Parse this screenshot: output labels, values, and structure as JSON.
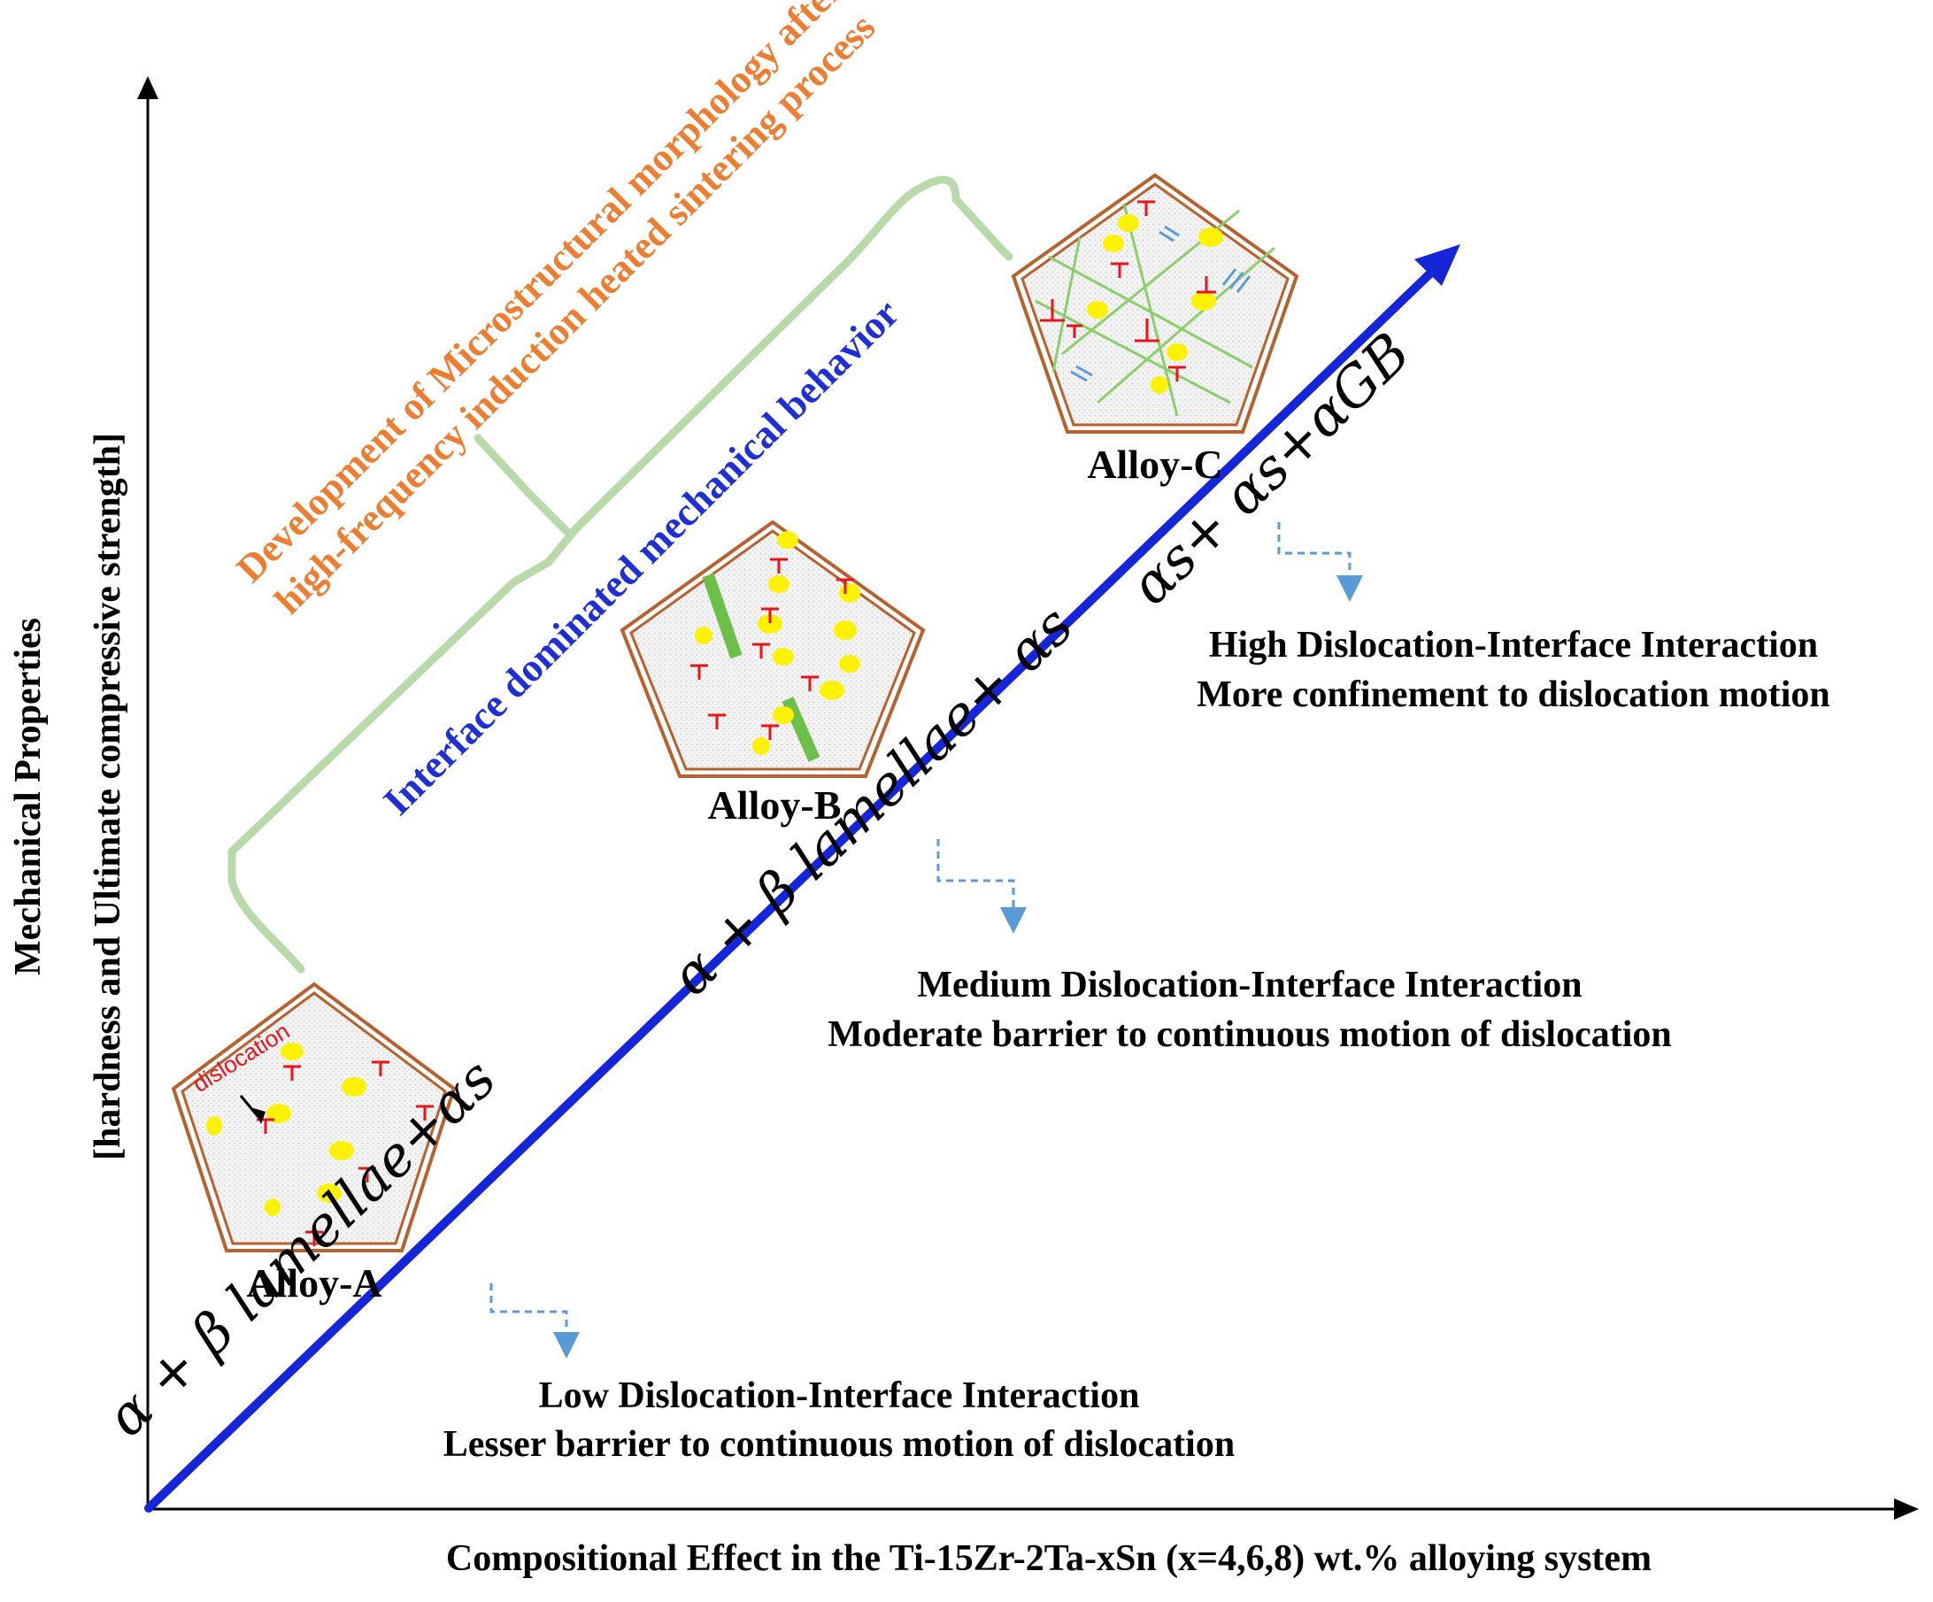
{
  "axes": {
    "x_label": "Compositional Effect in the Ti-15Zr-2Ta-xSn (x=4,6,8) wt.% alloying system",
    "y_label_line1": "Mechanical Properties",
    "y_label_line2": "[hardness and Ultimate compressive strength]"
  },
  "annotations": {
    "orange_line1": "Development of Microstructural morphology after",
    "orange_line2": "high-frequency induction heated sintering process",
    "blue_caption": "Interface dominated mechanical behavior"
  },
  "alloys": [
    {
      "label": "Alloy-A",
      "inset_label": "dislocation",
      "phase": "α + β lamellae+αs",
      "interaction_line1": "Low Dislocation-Interface Interaction",
      "interaction_line2": "Lesser barrier to continuous motion of dislocation"
    },
    {
      "label": "Alloy-B",
      "phase": "α + β lamellae+ αs",
      "interaction_line1": "Medium Dislocation-Interface Interaction",
      "interaction_line2": "Moderate barrier to continuous motion of dislocation"
    },
    {
      "label": "Alloy-C",
      "phase": "αs+ αs+αGB",
      "interaction_line1": "High Dislocation-Interface Interaction",
      "interaction_line2": "More confinement to dislocation motion"
    }
  ],
  "colors": {
    "orange_text": "#ED7D31",
    "blue_text": "#1F2FD6",
    "main_arrow": "#1526D8",
    "bracket": "#B8D9A8",
    "pentagon_border": "#B5622E",
    "precipitate": "#FFF200",
    "dislocation": "#E8141C",
    "green_lamella": "#6CC04A",
    "dashed_arrow": "#5B9BD5"
  }
}
